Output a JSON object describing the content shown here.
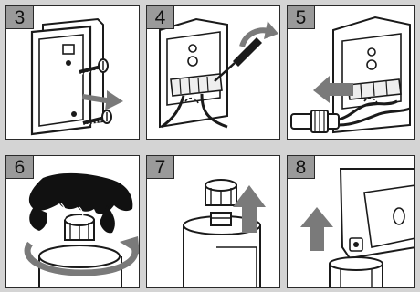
{
  "steps": [
    {
      "number": "3",
      "icons": [
        "cover-plate",
        "screw",
        "arrow-right"
      ]
    },
    {
      "number": "4",
      "icons": [
        "terminal-block",
        "screwdriver",
        "rotate-arrow"
      ]
    },
    {
      "number": "5",
      "icons": [
        "cable",
        "arrow-left"
      ]
    },
    {
      "number": "6",
      "icons": [
        "hand",
        "cap",
        "rotate-arrow"
      ]
    },
    {
      "number": "7",
      "icons": [
        "cap",
        "arrow-up"
      ]
    },
    {
      "number": "8",
      "icons": [
        "housing",
        "arrow-up"
      ]
    }
  ],
  "colors": {
    "background": "#d4d4d4",
    "number_box": "#9a9a9a",
    "arrow": "#7a7a7a",
    "outline": "#1a1a1a"
  }
}
